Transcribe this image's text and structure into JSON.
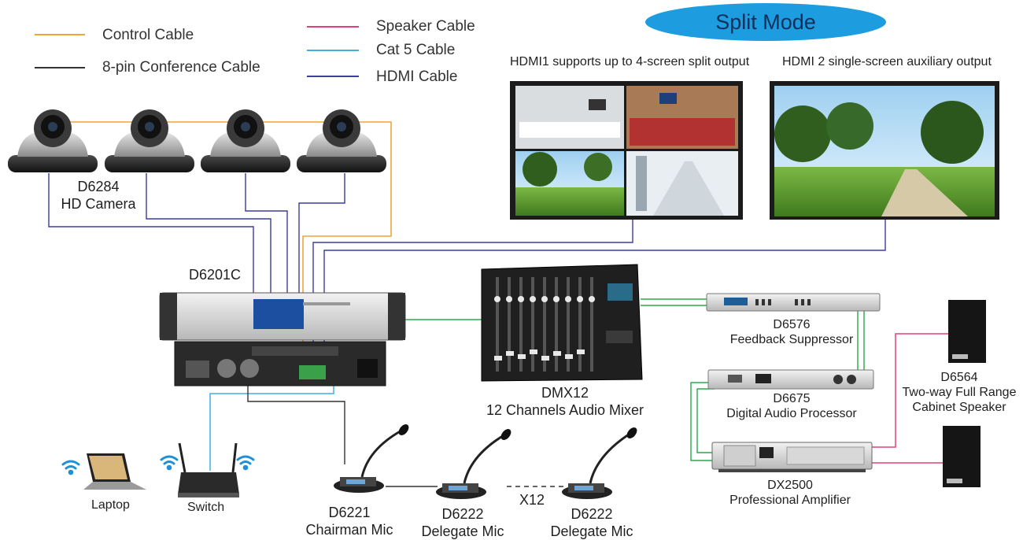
{
  "legend": {
    "control": "Control Cable",
    "conference8pin": "8-pin Conference Cable",
    "speaker": "Speaker  Cable",
    "cat5": "Cat 5 Cable",
    "hdmi": "HDMI Cable"
  },
  "mode_title": "Split Mode",
  "hdmi1_caption": "HDMI1 supports up to 4-screen split output",
  "hdmi2_caption": "HDMI 2 single-screen auxiliary output",
  "devices": {
    "camera": {
      "model": "D6284",
      "name": "HD Camera"
    },
    "host": {
      "model": "D6201C"
    },
    "mixer": {
      "model": "DMX12",
      "name": "12 Channels Audio Mixer"
    },
    "suppressor": {
      "model": "D6576",
      "name": "Feedback Suppressor"
    },
    "processor": {
      "model": "D6675",
      "name": "Digital Audio Processor"
    },
    "amplifier": {
      "model": "DX2500",
      "name": "Professional Amplifier"
    },
    "speaker": {
      "model": "D6564",
      "name_line1": "Two-way Full Range",
      "name_line2": "Cabinet Speaker"
    },
    "chairman_mic": {
      "model": "D6221",
      "name": "Chairman Mic"
    },
    "delegate_mic_1": {
      "model": "D6222",
      "name": "Delegate Mic"
    },
    "delegate_mic_2": {
      "model": "D6222",
      "name": "Delegate Mic"
    },
    "laptop": {
      "name": "Laptop"
    },
    "switch": {
      "name": "Switch"
    }
  },
  "mic_multiplier": "X12",
  "colors": {
    "control_cable": "#f0a43a",
    "conference_cable": "#333333",
    "speaker_cable": "#e0407a",
    "cat5_cable": "#3fb0e0",
    "hdmi_cable": "#3a3f9a",
    "audio_cable": "#2aa84a",
    "mode_pill": "#1d9ce0",
    "wifi": "#1e90d8"
  }
}
